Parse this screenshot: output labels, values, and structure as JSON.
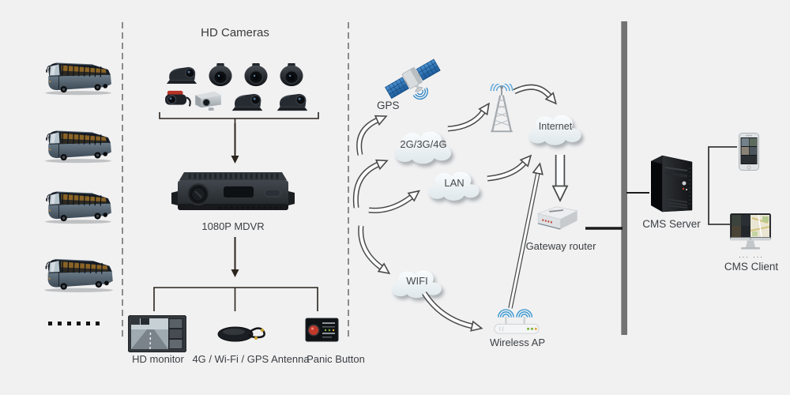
{
  "left": {
    "ellipsis": "......"
  },
  "cameras": {
    "title": "HD Cameras"
  },
  "mdvr": {
    "label": "1080P MDVR"
  },
  "peripherals": {
    "monitor": "HD monitor",
    "antenna": "4G / Wi-Fi / GPS Antenna",
    "panic": "Panic Button"
  },
  "network": {
    "gps": "GPS",
    "cellular": "2G/3G/4G",
    "lan": "LAN",
    "wifi": "WIFI",
    "internet": "Internet",
    "gateway": "Gateway router",
    "wireless_ap": "Wireless AP"
  },
  "server": {
    "label": "CMS Server"
  },
  "client": {
    "label": "CMS Client",
    "ellipsis": "... ..."
  },
  "colors": {
    "background": "#f1f1f2",
    "signal_blue": "#4c9fd4",
    "arrow_outline": "#4a4a4a",
    "bar_gray": "#737373",
    "alert_red": "#b83326"
  }
}
